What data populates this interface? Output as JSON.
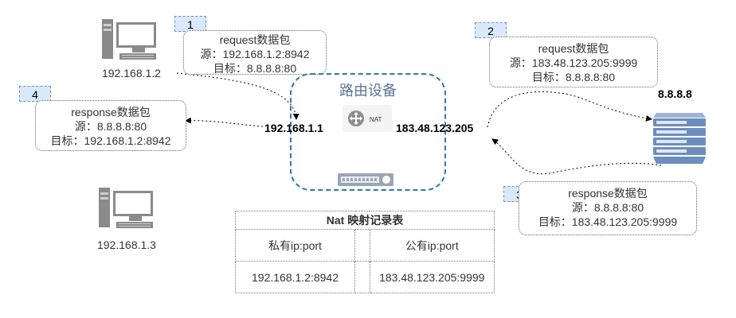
{
  "hosts": {
    "pc1": {
      "ip": "192.168.1.2"
    },
    "pc3": {
      "ip": "192.168.1.3"
    },
    "server": {
      "ip": "8.8.8.8"
    }
  },
  "router": {
    "title": "路由设备",
    "lan_ip": "192.168.1.1",
    "wan_ip": "183.48.123.205",
    "nat_badge": "NAT"
  },
  "steps": [
    {
      "number": "1",
      "title": "request数据包",
      "src": "源：192.168.1.2:8942",
      "dst": "目标：8.8.8.8:80"
    },
    {
      "number": "2",
      "title": "request数据包",
      "src": "源：183.48.123.205:9999",
      "dst": "目标：8.8.8.8:80"
    },
    {
      "number": "3",
      "title": "response数据包",
      "src": "源：8.8.8.8:80",
      "dst": "目标：183.48.123.205:9999"
    },
    {
      "number": "4",
      "title": "response数据包",
      "src": "源：8.8.8.8:80",
      "dst": "目标：192.168.1.2:8942"
    }
  ],
  "nat_table": {
    "title": "Nat 映射记录表",
    "headers": [
      "私有ip:port",
      "公有ip:port"
    ],
    "rows": [
      [
        "192.168.1.2:8942",
        "183.48.123.205:9999"
      ]
    ]
  },
  "colors": {
    "router_border": "#2e75b6",
    "step_fill": "#dae8fc",
    "server_blue": "#6c8ebf"
  }
}
